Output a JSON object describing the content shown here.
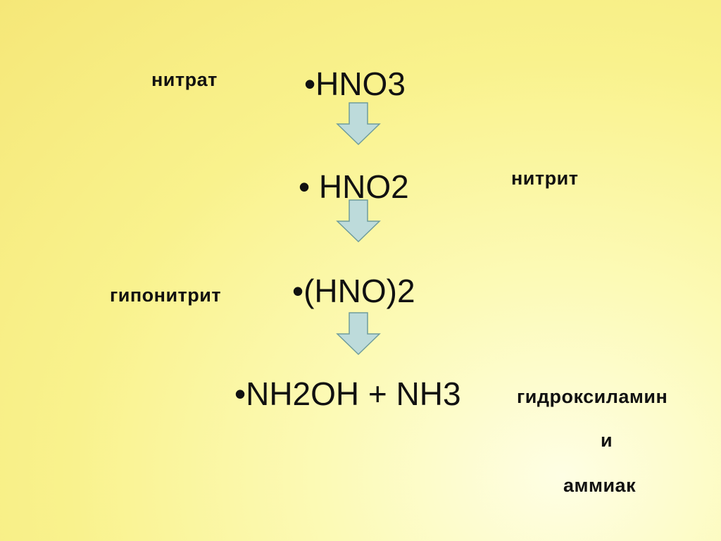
{
  "steps": [
    {
      "formula": "•HNO3",
      "label": "нитрат"
    },
    {
      "formula": "• HNO2",
      "label": "нитрит"
    },
    {
      "formula": "•(HNO)2",
      "label": "гипонитрит"
    },
    {
      "formula": "•NH2OH + NH3",
      "label_lines": [
        "гидроксиламин",
        "и",
        "аммиак"
      ]
    }
  ],
  "colors": {
    "arrow_fill": "#bddbdb",
    "arrow_stroke": "#6f9c9c",
    "background_center": "#fefee4",
    "background_edge": "#f5e778",
    "text": "#111111"
  },
  "icons": {
    "arrow": "down-arrow-icon"
  }
}
